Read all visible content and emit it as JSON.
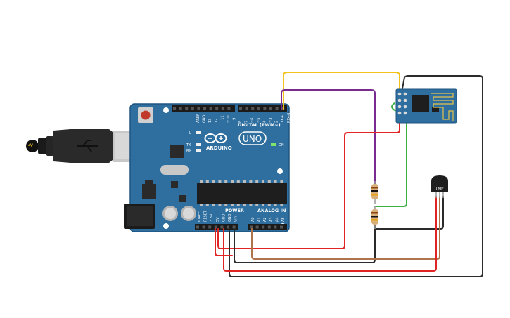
{
  "board": {
    "brand": "ARDUINO",
    "model": "UNO",
    "digital_header": "DIGITAL (PWM~)",
    "power_header": "POWER",
    "analog_header": "ANALOG IN",
    "on_label": "ON",
    "led_l": "L",
    "led_tx": "TX",
    "led_rx": "RX",
    "digital_pins": [
      "AREF",
      "GND",
      "13",
      "12",
      "~11",
      "~10",
      "~9",
      "8",
      "7",
      "~6",
      "~5",
      "4",
      "~3",
      "2",
      "TX→1",
      "RX←0"
    ],
    "power_pins": [
      "IOREF",
      "RESET",
      "3.3V",
      "5V",
      "GND",
      "GND",
      "Vin"
    ],
    "analog_pins": [
      "A0",
      "A1",
      "A2",
      "A3",
      "A4",
      "A5"
    ]
  },
  "sensor": {
    "label": "TMP"
  },
  "colors": {
    "board": "#2f6f9f",
    "board_edge": "#1f5580",
    "wire_yellow": "#f2c21b",
    "wire_purple": "#7a2b8f",
    "wire_red": "#e02424",
    "wire_green": "#3cb043",
    "wire_black": "#2b2b2b",
    "wire_brown": "#b0744c"
  }
}
